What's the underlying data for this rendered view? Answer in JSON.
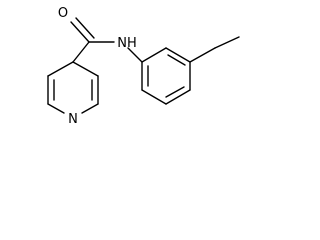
{
  "molecule": {
    "atoms": [
      {
        "id": "o",
        "label": "O"
      },
      {
        "id": "nh",
        "label": "NH"
      },
      {
        "id": "n",
        "label": "N"
      }
    ]
  },
  "colors": {
    "bond": "#000000",
    "background": "#ffffff"
  }
}
